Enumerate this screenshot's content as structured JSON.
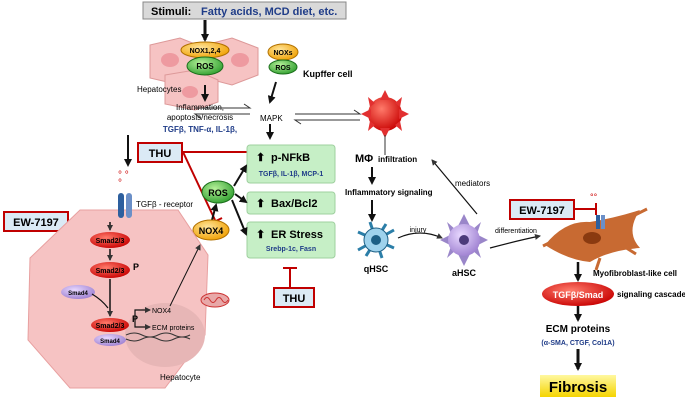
{
  "stimuli": {
    "label": "Stimuli:",
    "value": "Fatty acids, MCD diet, etc."
  },
  "hepatocytes_top": {
    "nox_label": "NOX1,2,4",
    "ros_label": "ROS",
    "caption": "Hepatocytes"
  },
  "kupffer": {
    "nox_label": "NOXs",
    "ros_label": "ROS",
    "caption": "Kupffer cell"
  },
  "inflammation": {
    "line1": "Inflammation,",
    "line2": "apoptosis/necrosis",
    "cytokines": "TGFβ, TNF-α, IL-1β,"
  },
  "mapk": "MAPK",
  "thu": "THU",
  "ew": "EW-7197",
  "pathway": {
    "nfkb": "p-NFkB",
    "nfkb_targets": "TGFβ, IL-1β, MCP-1",
    "bax": "Bax/Bcl2",
    "er": "ER Stress",
    "er_targets": "Srebp-1c, Fasn",
    "ros": "ROS",
    "nox4": "NOX4"
  },
  "cell": {
    "receptor": "TGFβ - receptor",
    "smad23": "Smad2/3",
    "p": "P",
    "smad4": "Smad4",
    "nox4_gene": "NOX4",
    "ecm": "ECM proteins",
    "caption": "Hepatocyte"
  },
  "macrophage": {
    "symbol": "MΦ",
    "label": "infiltration",
    "signaling": "Inflammatory  signaling",
    "mediators": "mediators"
  },
  "stellate": {
    "qhsc": "qHSC",
    "ahsc": "aHSC",
    "injury": "injury",
    "differentiation": "differentiation",
    "myofibroblast": "Myofibroblast-like cell"
  },
  "downstream": {
    "tgfb_smad": "TGFβ/Smad",
    "cascade": "signaling cascade",
    "ecm": "ECM proteins",
    "ecm_list": "(α-SMA, CTGF, Col1A)",
    "fibrosis": "Fibrosis"
  }
}
